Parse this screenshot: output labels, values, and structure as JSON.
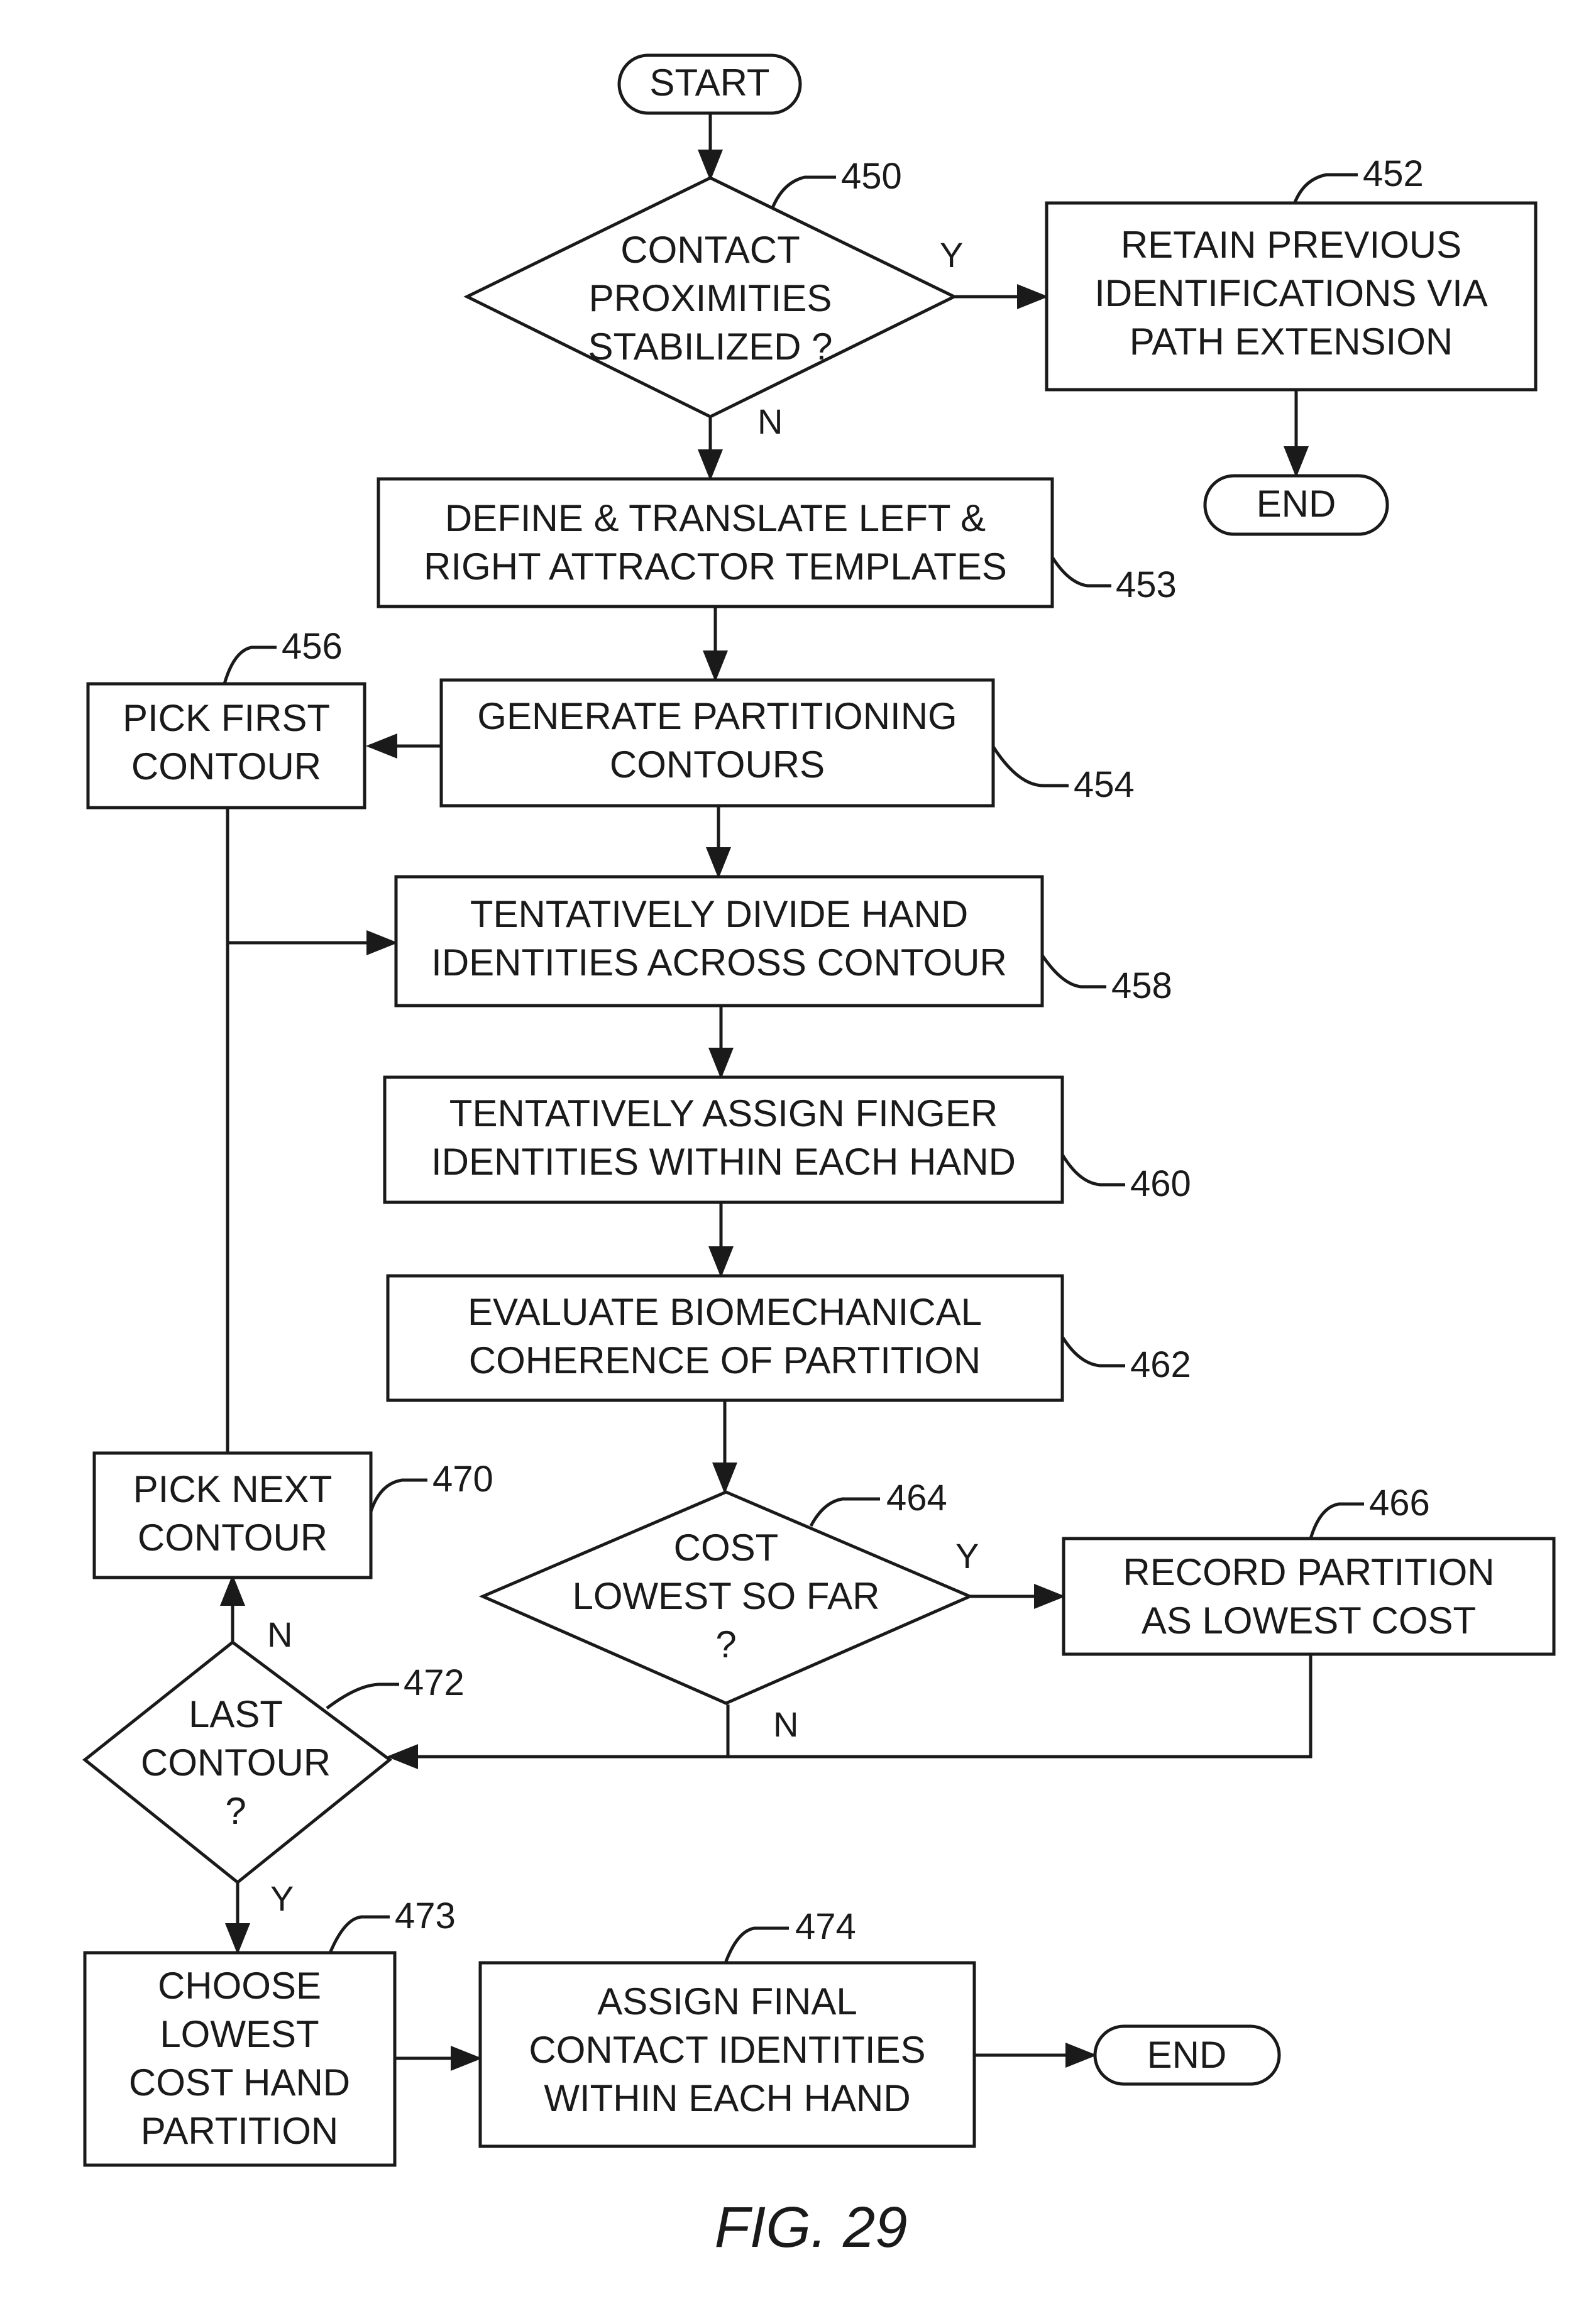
{
  "figure_label": "FIG. 29",
  "nodes": {
    "start": {
      "text": "START"
    },
    "n450": {
      "lines": [
        "CONTACT",
        "PROXIMITIES",
        "STABILIZED ?"
      ],
      "ref": "450"
    },
    "n452": {
      "lines": [
        "RETAIN PREVIOUS",
        "IDENTIFICATIONS VIA",
        "PATH EXTENSION"
      ],
      "ref": "452"
    },
    "end_top": {
      "text": "END"
    },
    "n453": {
      "lines": [
        "DEFINE & TRANSLATE LEFT &",
        "RIGHT ATTRACTOR TEMPLATES"
      ],
      "ref": "453"
    },
    "n454": {
      "lines": [
        "GENERATE PARTITIONING",
        "CONTOURS"
      ],
      "ref": "454"
    },
    "n456": {
      "lines": [
        "PICK FIRST",
        "CONTOUR"
      ],
      "ref": "456"
    },
    "n458": {
      "lines": [
        "TENTATIVELY DIVIDE HAND",
        "IDENTITIES ACROSS CONTOUR"
      ],
      "ref": "458"
    },
    "n460": {
      "lines": [
        "TENTATIVELY ASSIGN FINGER",
        "IDENTITIES WITHIN EACH HAND"
      ],
      "ref": "460"
    },
    "n462": {
      "lines": [
        "EVALUATE BIOMECHANICAL",
        "COHERENCE OF PARTITION"
      ],
      "ref": "462"
    },
    "n464": {
      "lines": [
        "COST",
        "LOWEST SO FAR",
        "?"
      ],
      "ref": "464"
    },
    "n466": {
      "lines": [
        "RECORD PARTITION",
        "AS LOWEST COST"
      ],
      "ref": "466"
    },
    "n470": {
      "lines": [
        "PICK NEXT",
        "CONTOUR"
      ],
      "ref": "470"
    },
    "n472": {
      "lines": [
        "LAST",
        "CONTOUR",
        "?"
      ],
      "ref": "472"
    },
    "n473": {
      "lines": [
        "CHOOSE",
        "LOWEST",
        "COST HAND",
        "PARTITION"
      ],
      "ref": "473"
    },
    "n474": {
      "lines": [
        "ASSIGN FINAL",
        "CONTACT IDENTITIES",
        "WITHIN EACH HAND"
      ],
      "ref": "474"
    },
    "end_bottom": {
      "text": "END"
    }
  },
  "branch_labels": {
    "y450": "Y",
    "n450": "N",
    "y464": "Y",
    "n464": "N",
    "n472": "N",
    "y472": "Y"
  }
}
